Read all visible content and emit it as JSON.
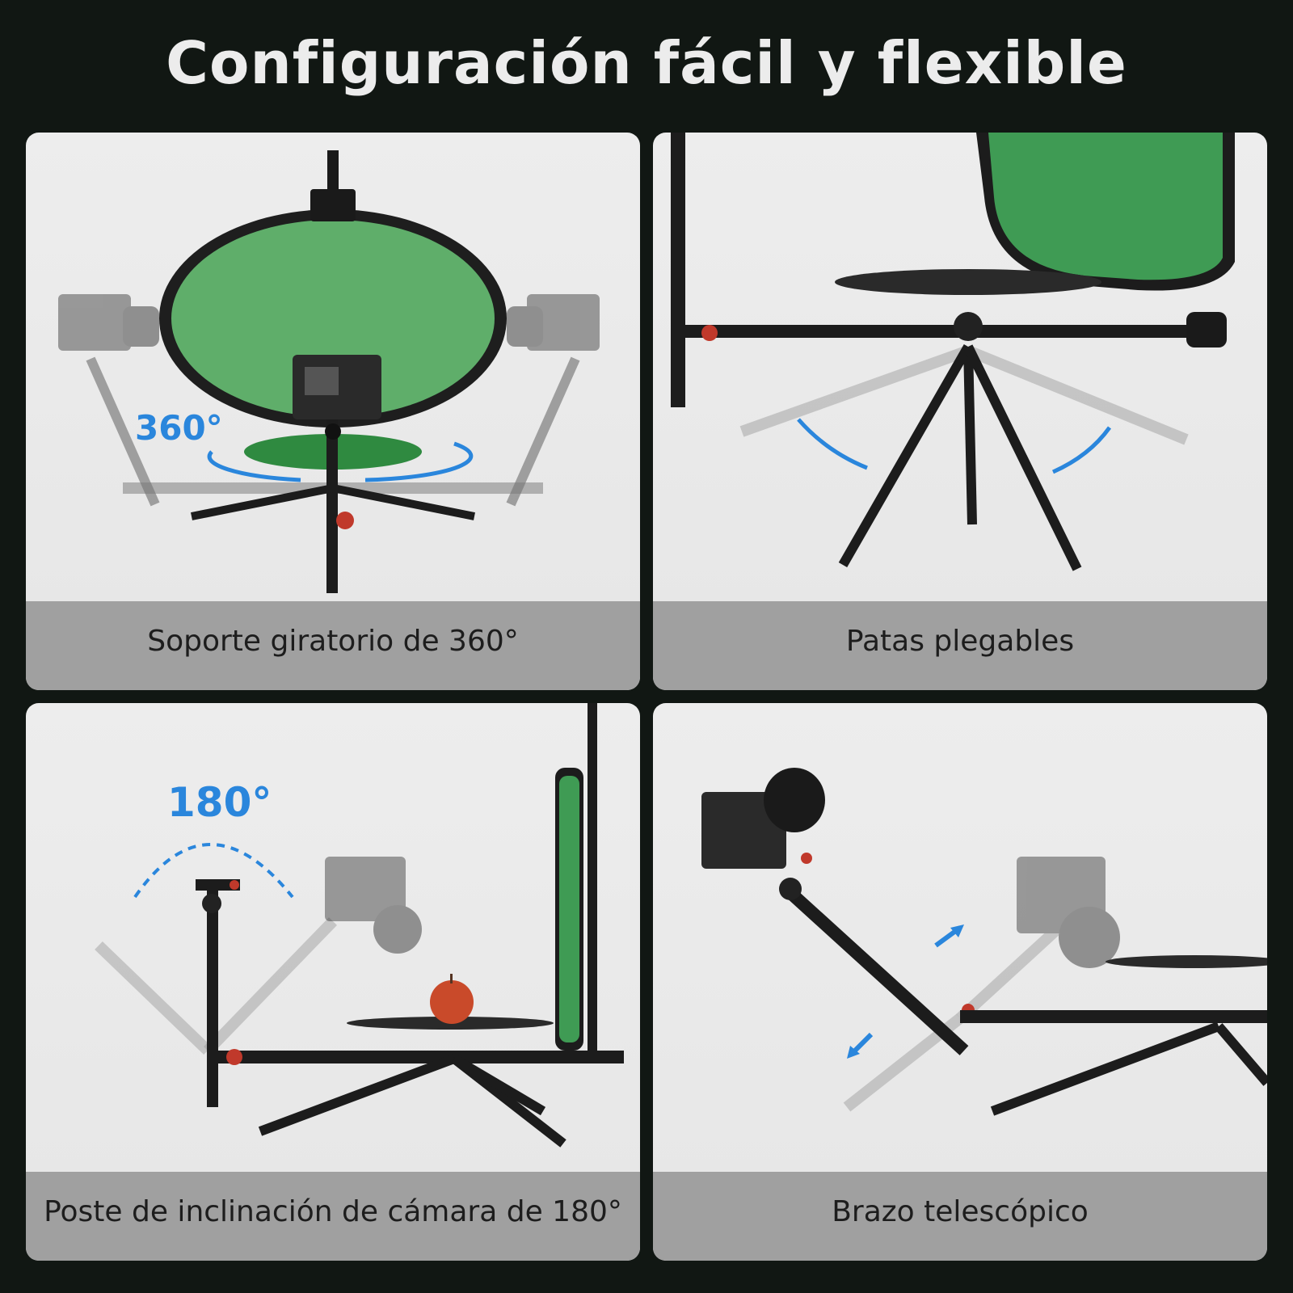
{
  "title": "Configuración fácil y flexible",
  "panels": [
    {
      "caption": "Soporte giratorio de 360°",
      "badge": "360°"
    },
    {
      "caption": "Patas plegables"
    },
    {
      "caption": "Poste de inclinación de cámara de 180°",
      "badge": "180°"
    },
    {
      "caption": "Brazo telescópico"
    }
  ],
  "colors": {
    "background": "#111713",
    "caption_bar": "#a0a0a0",
    "accent_blue": "#2a86dc",
    "green_screen": "#3f9b54",
    "metal": "#222222"
  }
}
